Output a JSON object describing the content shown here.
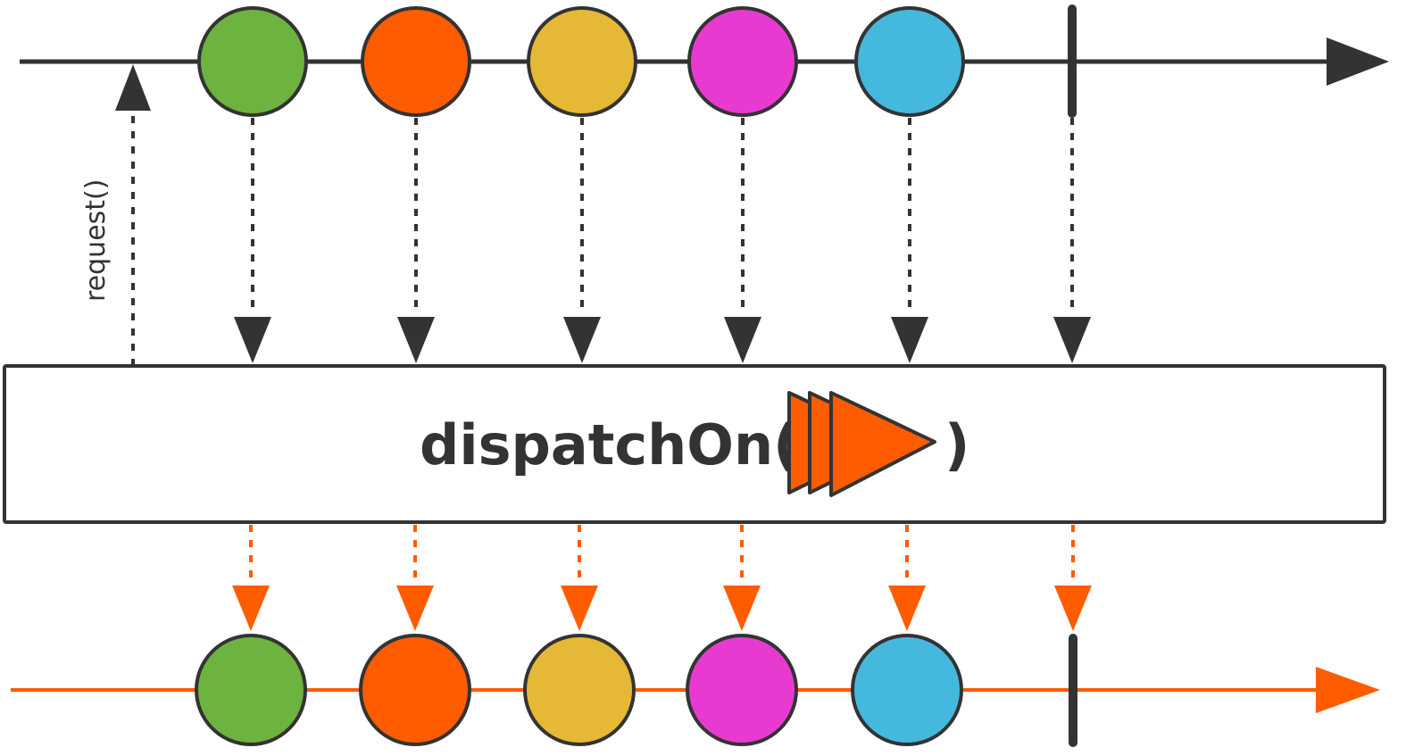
{
  "operator": {
    "name": "dispatchOn(",
    "close": ")",
    "scheduler_icon": "scheduler-play-icon"
  },
  "request_label": "request()",
  "colors": {
    "upstream_line": "#333333",
    "downstream_line": "#ff5c00",
    "upstream_arrow": "#333333",
    "downstream_arrow": "#ff5c00",
    "scheduler": "#ff5c00"
  },
  "upstream": {
    "items": [
      {
        "name": "green-marble",
        "color": "#6db33f"
      },
      {
        "name": "orange-marble",
        "color": "#ff5c00"
      },
      {
        "name": "yellow-marble",
        "color": "#e5b835"
      },
      {
        "name": "magenta-marble",
        "color": "#e83ad1"
      },
      {
        "name": "blue-marble",
        "color": "#45b8de"
      }
    ],
    "completes": true
  },
  "downstream": {
    "items": [
      {
        "name": "green-marble",
        "color": "#6db33f"
      },
      {
        "name": "orange-marble",
        "color": "#ff5c00"
      },
      {
        "name": "yellow-marble",
        "color": "#e5b835"
      },
      {
        "name": "magenta-marble",
        "color": "#e83ad1"
      },
      {
        "name": "blue-marble",
        "color": "#45b8de"
      }
    ],
    "completes": true
  }
}
